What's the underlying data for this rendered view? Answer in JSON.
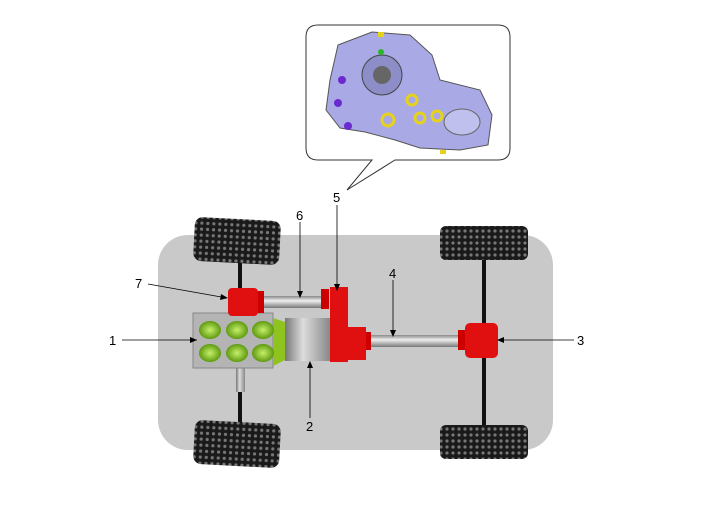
{
  "diagram": {
    "labels": [
      "1",
      "2",
      "3",
      "4",
      "5",
      "6",
      "7"
    ],
    "colors": {
      "chassis": "#c9c9c9",
      "red_component": "#e01010",
      "engine_green": "#8fc31f",
      "shaft_gray": "#b5b5b5",
      "transfer_case_detail": "#a9a9e6"
    }
  }
}
